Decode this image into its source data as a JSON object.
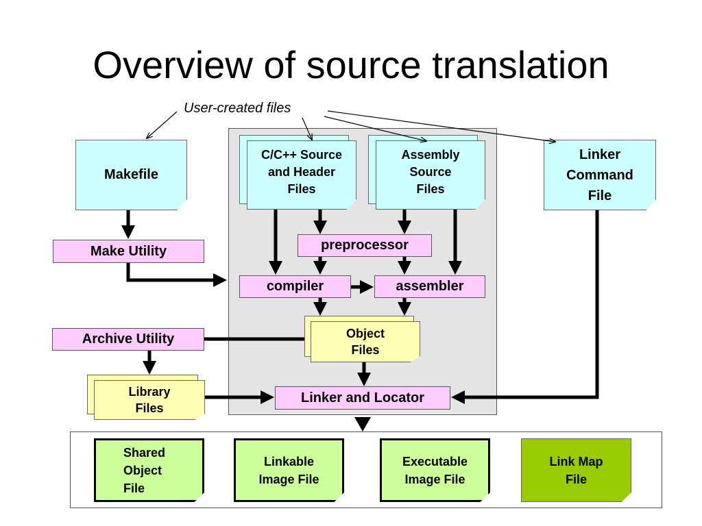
{
  "title": "Overview of source translation",
  "annotation": "User-created files",
  "boxes": {
    "makefile": "Makefile",
    "c_source": "C/C++ Source\nand Header\nFiles",
    "asm_source": "Assembly\nSource\nFiles",
    "linker_cmd": "Linker\nCommand\nFile",
    "make_utility": "Make Utility",
    "preprocessor": "preprocessor",
    "compiler": "compiler",
    "assembler": "assembler",
    "object_files": "Object\nFiles",
    "archive_utility": "Archive Utility",
    "library_files": "Library\nFiles",
    "linker_locator": "Linker and Locator"
  },
  "outputs": {
    "shared_object": "Shared\nObject\nFile",
    "linkable_image": "Linkable\nImage File",
    "executable_image": "Executable\nImage File",
    "link_map": "Link Map\nFile"
  },
  "colors": {
    "user_file": "#ccffff",
    "tool": "#ffccff",
    "intermediate": "#ffffb3",
    "output": "#ccff99",
    "output_alt": "#99cc00",
    "panel": "#e4e4e4"
  }
}
